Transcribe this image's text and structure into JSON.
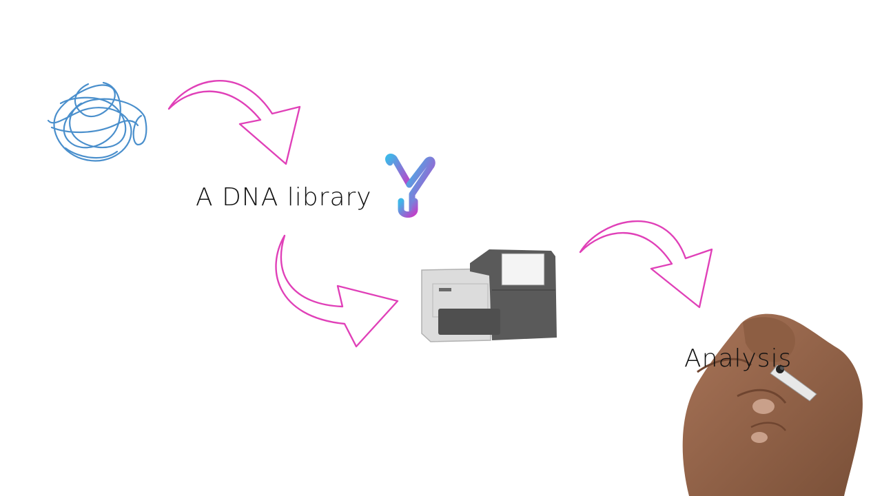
{
  "labels": {
    "library": "A DNA library",
    "analysis": "Analysis"
  },
  "colors": {
    "arrow": "#e040b8",
    "dna_scribble": "#4a8fcc",
    "logo_gradient_start": "#3fb6e8",
    "logo_gradient_end": "#c040c8",
    "sequencer_dark": "#555555",
    "sequencer_light": "#d9d9d9",
    "skin": "#9a6a4e"
  },
  "icons": {
    "dna": "dna-scribble-icon",
    "logo": "y-logo-icon",
    "sequencer": "sequencer-machine-icon",
    "hand": "hand-with-marker"
  }
}
